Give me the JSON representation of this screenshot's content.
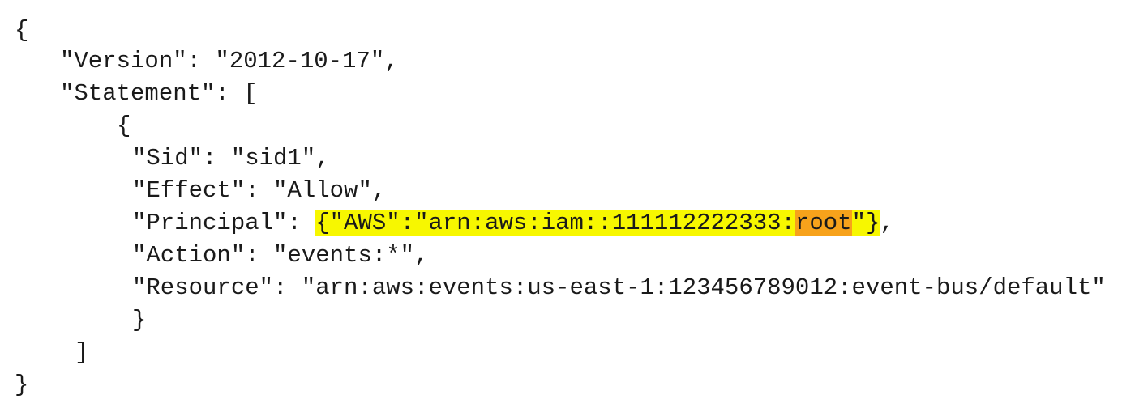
{
  "document": {
    "lines": [
      "{",
      "\"Version\": \"2012-10-17\",",
      "\"Statement\": [",
      "{",
      "\"Sid\": \"sid1\",",
      "\"Effect\": \"Allow\",",
      "\"Principal\": ",
      "\"Action\": \"events:*\",",
      "\"Resource\": \"arn:aws:events:us-east-1:123456789012:event-bus/default\"",
      "}",
      "]",
      "}"
    ],
    "principal": {
      "highlight_prefix": "{\"AWS\":\"arn:aws:iam::111112222333:",
      "highlight_focus": "root",
      "highlight_suffix": "\"}",
      "trailing": ","
    }
  },
  "colors": {
    "highlight": "#f7f700",
    "focus_highlight": "#f7a21b",
    "text": "#1a1a1a",
    "background": "#ffffff"
  }
}
